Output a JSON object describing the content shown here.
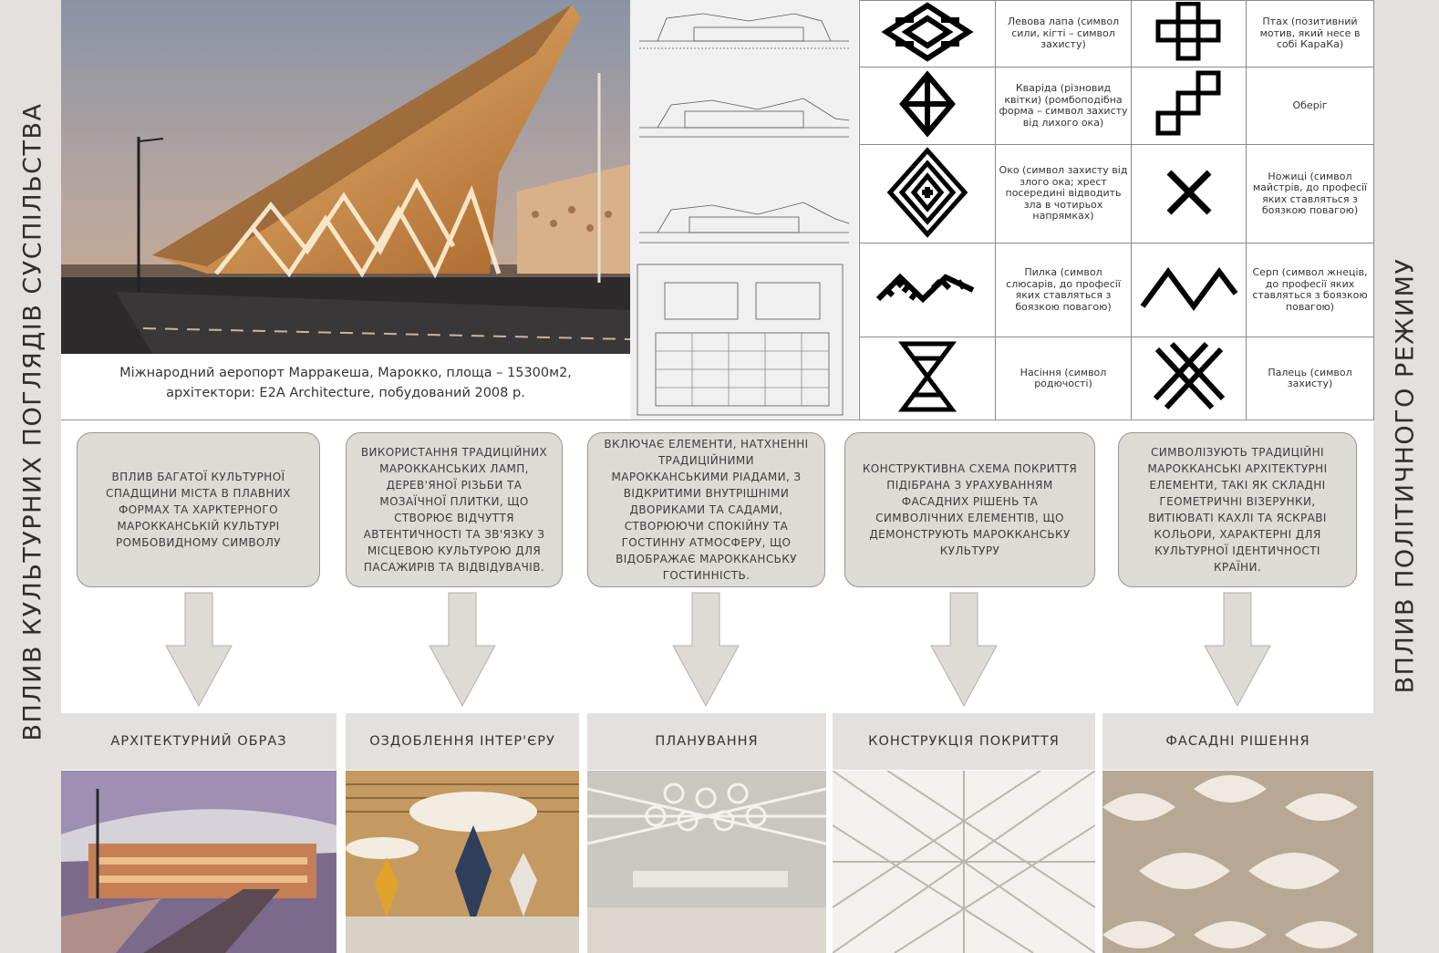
{
  "left_heading": "ВПЛИВ КУЛЬТУРНИХ ПОГЛЯДІВ СУСПІЛЬСТВА",
  "right_heading": "ВПЛИВ ПОЛІТИЧНОГО РЕЖИМУ",
  "caption": {
    "line1": "Міжнародний аеропорт Марракеша, Марокко,  площа –  15300м2,",
    "line2": "архітектори: E2A Architecture, побудований 2008 р."
  },
  "symbols": [
    {
      "left_icon": "knot-ornament-icon",
      "left_text": "Левова лапа (символ сили, кігті – символ захисту)",
      "right_icon": "cross-blocks-icon",
      "right_text": "Птах (позитивний мотив, який несе в собі КараКа)"
    },
    {
      "left_icon": "crossed-rhombus-icon",
      "left_text": "Кваріда (різновид квітки) (ромбоподібна форма – символ захисту від лихого ока)",
      "right_icon": "stair-squares-icon",
      "right_text": "Оберіг"
    },
    {
      "left_icon": "concentric-rhombus-icon",
      "left_text": "Око (символ захисту від злого ока; хрест посередині відводить зла в чотирьох напрямках)",
      "right_icon": "x-cross-icon",
      "right_text": "Ножиці (символ майстрів, до професії яких ставляться з боязкою повагою)"
    },
    {
      "left_icon": "saw-zigzag-icon",
      "left_text": "Пилка (символ слюсарів, до професії яких ставляться з боязкою повагою)",
      "right_icon": "zigzag-line-icon",
      "right_text": "Серп (символ жнеців, до професії яких ставляться з боязкою повагою)"
    },
    {
      "left_icon": "seed-hourglass-icon",
      "left_text": "Насіння (символ родючості)",
      "right_icon": "lattice-cross-icon",
      "right_text": "Палець (символ захисту)"
    }
  ],
  "influences": [
    "ВПЛИВ  БАГАТОЇ КУЛЬТУРНОЇ СПАДЩИНИ МІСТА В ПЛАВНИХ ФОРМАХ ТА ХАРКТЕРНОГО МАРОККАНСЬКІЙ КУЛЬТУРІ РОМБОВИДНОМУ СИМВОЛУ",
    "ВИКОРИСТАННЯ ТРАДИЦІЙНИХ МАРОККАНСЬКИХ ЛАМП, ДЕРЕВ'ЯНОЇ РІЗЬБИ ТА МОЗАЇЧНОЇ ПЛИТКИ, ЩО СТВОРЮЄ ВІДЧУТТЯ АВТЕНТИЧНОСТІ ТА ЗВ'ЯЗКУ З МІСЦЕВОЮ КУЛЬТУРОЮ ДЛЯ ПАСАЖИРІВ ТА ВІДВІДУВАЧІВ.",
    "ВКЛЮЧАЄ ЕЛЕМЕНТИ, НАТХНЕННІ ТРАДИЦІЙНИМИ МАРОККАНСЬКИМИ РІАДАМИ, З ВІДКРИТИМИ ВНУТРІШНІМИ ДВОРИКАМИ ТА САДАМИ, СТВОРЮЮЧИ СПОКІЙНУ ТА ГОСТИННУ АТМОСФЕРУ, ЩО ВІДОБРАЖАЄ МАРОККАНСЬКУ ГОСТИННІСТЬ.",
    "КОНСТРУКТИВНА СХЕМА ПОКРИТТЯ ПІДІБРАНА З УРАХУВАННЯМ ФАСАДНИХ РІШЕНЬ ТА СИМВОЛІЧНИХ ЕЛЕМЕНТІВ, ЩО ДЕМОНСТРУЮТЬ МАРОККАНСЬКУ КУЛЬТУРУ",
    "СИМВОЛІЗУЮТЬ ТРАДИЦІЙНІ МАРОККАНСЬКІ АРХІТЕКТУРНІ ЕЛЕМЕНТИ, ТАКІ ЯК СКЛАДНІ ГЕОМЕТРИЧНІ ВІЗЕРУНКИ, ВИТІЮВАТІ КАХЛІ ТА ЯСКРАВІ КОЛЬОРИ, ХАРАКТЕРНІ ДЛЯ КУЛЬТУРНОЇ ІДЕНТИЧНОСТІ КРАЇНИ."
  ],
  "categories": [
    "АРХІТЕКТУРНИЙ ОБРАЗ",
    "ОЗДОБЛЕННЯ ІНТЕР'ЄРУ",
    "ПЛАНУВАННЯ",
    "КОНСТРУКЦІЯ ПОКРИТТЯ",
    "ФАСАДНІ РІШЕННЯ"
  ],
  "colors": {
    "band": "#e3e0dd",
    "box_fill": "#dedad6",
    "box_border": "#9a9691",
    "arrow": "#dedad6",
    "hero_canopy": "#c98a3e"
  }
}
